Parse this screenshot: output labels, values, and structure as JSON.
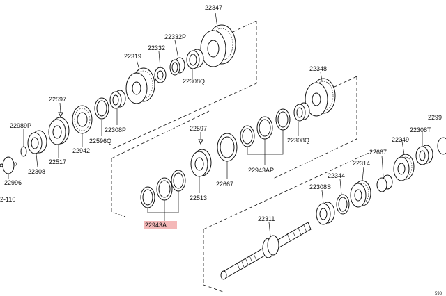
{
  "diagram": {
    "highlight_color": "#f4b8b8",
    "parts": {
      "p22347": "22347",
      "p22332p": "22332P",
      "p22332": "22332",
      "p22319": "22319",
      "p22308q_top": "22308Q",
      "p22348": "22348",
      "p22597_a": "22597",
      "p22989p": "22989P",
      "p22308p": "22308P",
      "p22596q": "22596Q",
      "p22942": "22942",
      "p22517": "22517",
      "p22308": "22308",
      "p22996": "22996",
      "p2110": "2-110",
      "p22597_b": "22597",
      "p22308q_mid": "22308Q",
      "p22943ap": "22943AP",
      "p22667_a": "22667",
      "p22513": "22513",
      "p22943a": "22943A",
      "p22299": "2299",
      "p22308t": "22308T",
      "p22349": "22349",
      "p22667_b": "22667",
      "p22314": "22314",
      "p22344": "22344",
      "p22308s": "22308S",
      "p22311": "22311",
      "p_corner": "598"
    }
  }
}
